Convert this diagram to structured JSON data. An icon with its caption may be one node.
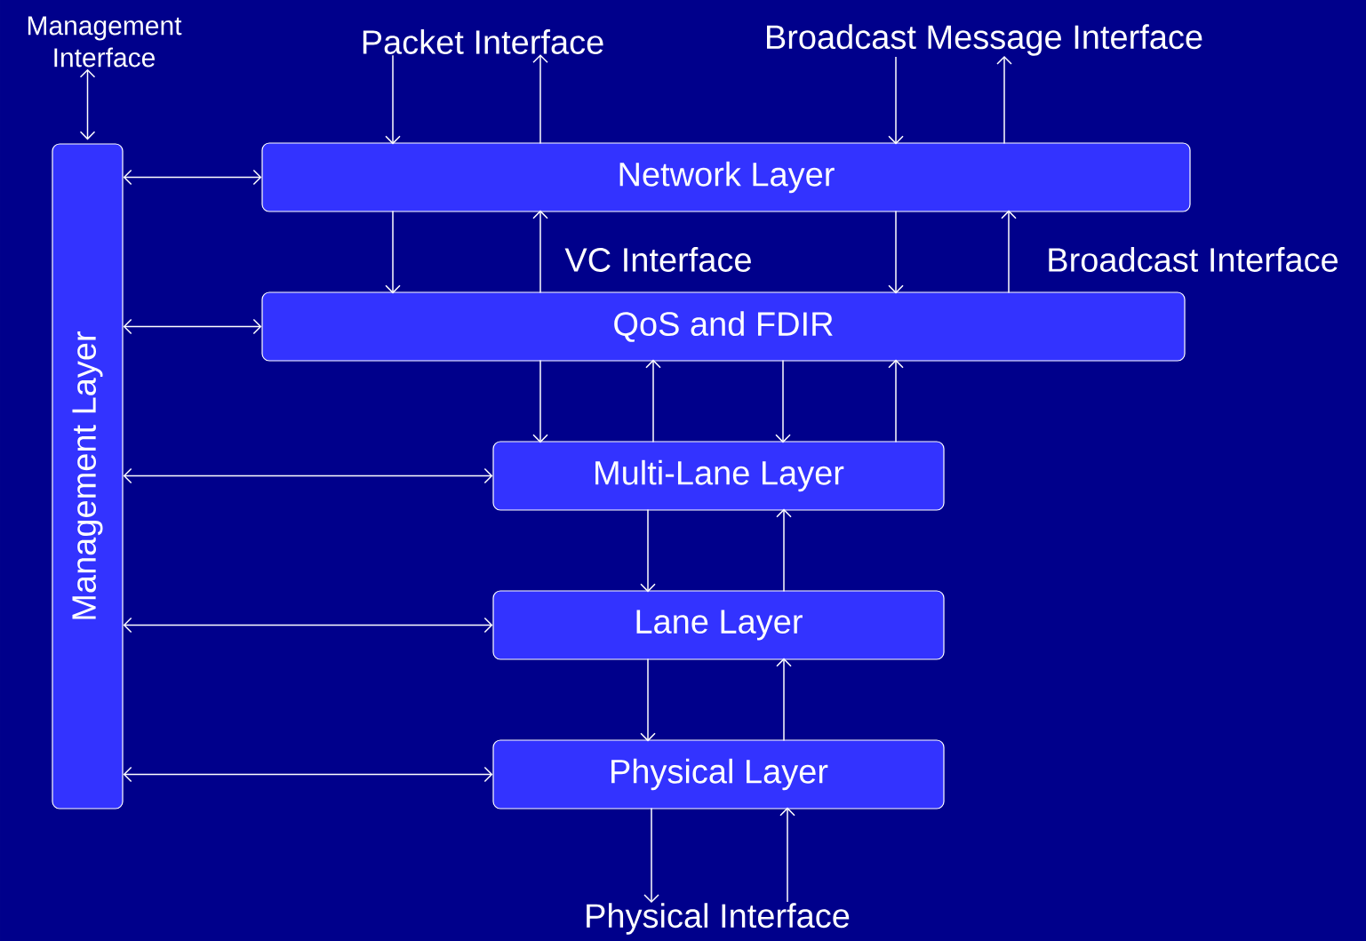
{
  "diagram": {
    "nodes": [
      {
        "text": [
          "Management Layer"
        ]
      },
      {
        "text": [
          "Network Layer"
        ]
      },
      {
        "text": [
          "QoS and FDIR"
        ]
      },
      {
        "text": [
          "Multi-Lane Layer"
        ]
      },
      {
        "text": [
          "Lane Layer"
        ]
      },
      {
        "text": [
          "Physical Layer"
        ]
      },
      {
        "text": [
          "Management Interface"
        ]
      },
      {
        "text": [
          "Packet Interface"
        ]
      },
      {
        "text": [
          "Broadcast Message Interface"
        ]
      },
      {
        "text": [
          "Physical Interface"
        ]
      }
    ],
    "edges": [
      {
        "from": 6,
        "to": 0,
        "arrow": "both"
      },
      {
        "from": 7,
        "to": 1,
        "arrow": "to"
      },
      {
        "from": 1,
        "to": 7,
        "arrow": "to"
      },
      {
        "from": 8,
        "to": 1,
        "arrow": "to"
      },
      {
        "from": 1,
        "to": 8,
        "arrow": "to"
      },
      {
        "from": 0,
        "to": 1,
        "arrow": "both"
      },
      {
        "from": 0,
        "to": 2,
        "arrow": "both"
      },
      {
        "from": 0,
        "to": 3,
        "arrow": "both"
      },
      {
        "from": 0,
        "to": 4,
        "arrow": "both"
      },
      {
        "from": 0,
        "to": 5,
        "arrow": "both"
      },
      {
        "from": 1,
        "to": 2,
        "arrow": "to"
      },
      {
        "from": 2,
        "to": 1,
        "arrow": "to"
      },
      {
        "from": 1,
        "to": 2,
        "arrow": "to"
      },
      {
        "from": 2,
        "to": 1,
        "arrow": "to"
      },
      {
        "from": 2,
        "to": 3,
        "arrow": "to"
      },
      {
        "from": 3,
        "to": 2,
        "arrow": "to"
      },
      {
        "from": 2,
        "to": 3,
        "arrow": "to"
      },
      {
        "from": 3,
        "to": 2,
        "arrow": "to"
      },
      {
        "from": 3,
        "to": 4,
        "arrow": "to"
      },
      {
        "from": 4,
        "to": 3,
        "arrow": "to"
      },
      {
        "from": 4,
        "to": 5,
        "arrow": "to"
      },
      {
        "from": 5,
        "to": 4,
        "arrow": "to"
      },
      {
        "from": 5,
        "to": 9,
        "arrow": "to"
      },
      {
        "from": 9,
        "to": 5,
        "arrow": "to"
      }
    ],
    "labels": [
      "VC Interface",
      "Broadcast Interface"
    ]
  }
}
